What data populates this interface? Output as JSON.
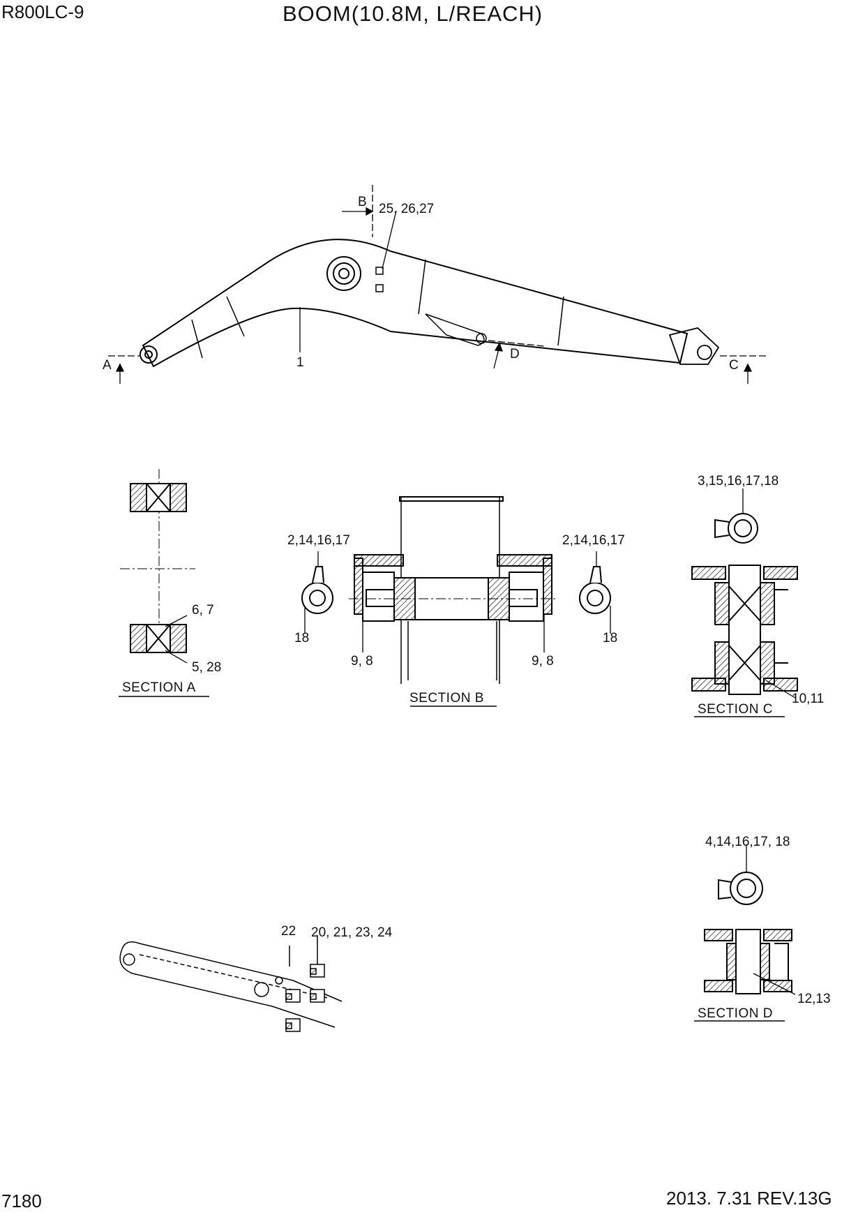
{
  "header": {
    "model": "R800LC-9",
    "title": "BOOM(10.8M, L/REACH)"
  },
  "footer": {
    "page_number": "7180",
    "date_revision": "2013. 7.31  REV.13G"
  },
  "main_view": {
    "view_letters": {
      "a": "A",
      "b": "B",
      "c": "C",
      "d": "D"
    },
    "callouts": {
      "boom": "1",
      "grease_top": "25, 26,27"
    }
  },
  "section_a": {
    "title": "SECTION A",
    "callout_upper": "6, 7",
    "callout_lower": "5, 28"
  },
  "section_b": {
    "title": "SECTION B",
    "callout_left_top": "2,14,16,17",
    "callout_left_bottom": "18",
    "callout_left_pin": "9, 8",
    "callout_right_top": "2,14,16,17",
    "callout_right_bottom": "18",
    "callout_right_pin": "9, 8"
  },
  "section_c": {
    "title": "SECTION C",
    "callout_top": "3,15,16,17,18",
    "callout_bottom": "10,11"
  },
  "section_d": {
    "title": "SECTION D",
    "callout_top": "4,14,16,17, 18",
    "callout_bottom": "12,13"
  },
  "detail_view": {
    "callout_left": "22",
    "callout_right": "20, 21, 23, 24"
  }
}
